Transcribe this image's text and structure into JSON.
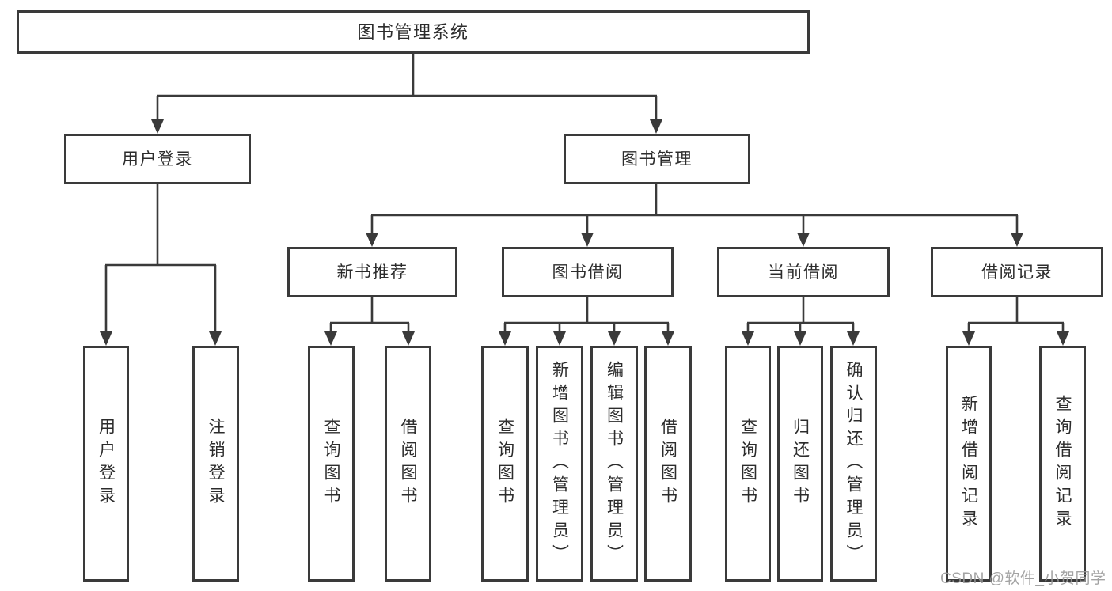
{
  "nodes": {
    "root": "图书管理系统",
    "l2": [
      "用户登录",
      "图书管理"
    ],
    "l3": [
      "新书推荐",
      "图书借阅",
      "当前借阅",
      "借阅记录"
    ],
    "leaves": {
      "user_login": [
        "用户登录",
        "注销登录"
      ],
      "new_books": [
        "查询图书",
        "借阅图书"
      ],
      "borrow": [
        "查询图书",
        "新增图书（管理员）",
        "编辑图书（管理员）",
        "借阅图书"
      ],
      "current": [
        "查询图书",
        "归还图书",
        "确认归还（管理员）"
      ],
      "records": [
        "新增借阅记录",
        "查询借阅记录"
      ]
    }
  },
  "watermark": {
    "text": "CSDN @软件_小贺同学"
  },
  "colors": {
    "line": "#3a3a3a",
    "text": "#2c2c2c",
    "watermark": "#9a9a9a",
    "background": "#ffffff"
  }
}
